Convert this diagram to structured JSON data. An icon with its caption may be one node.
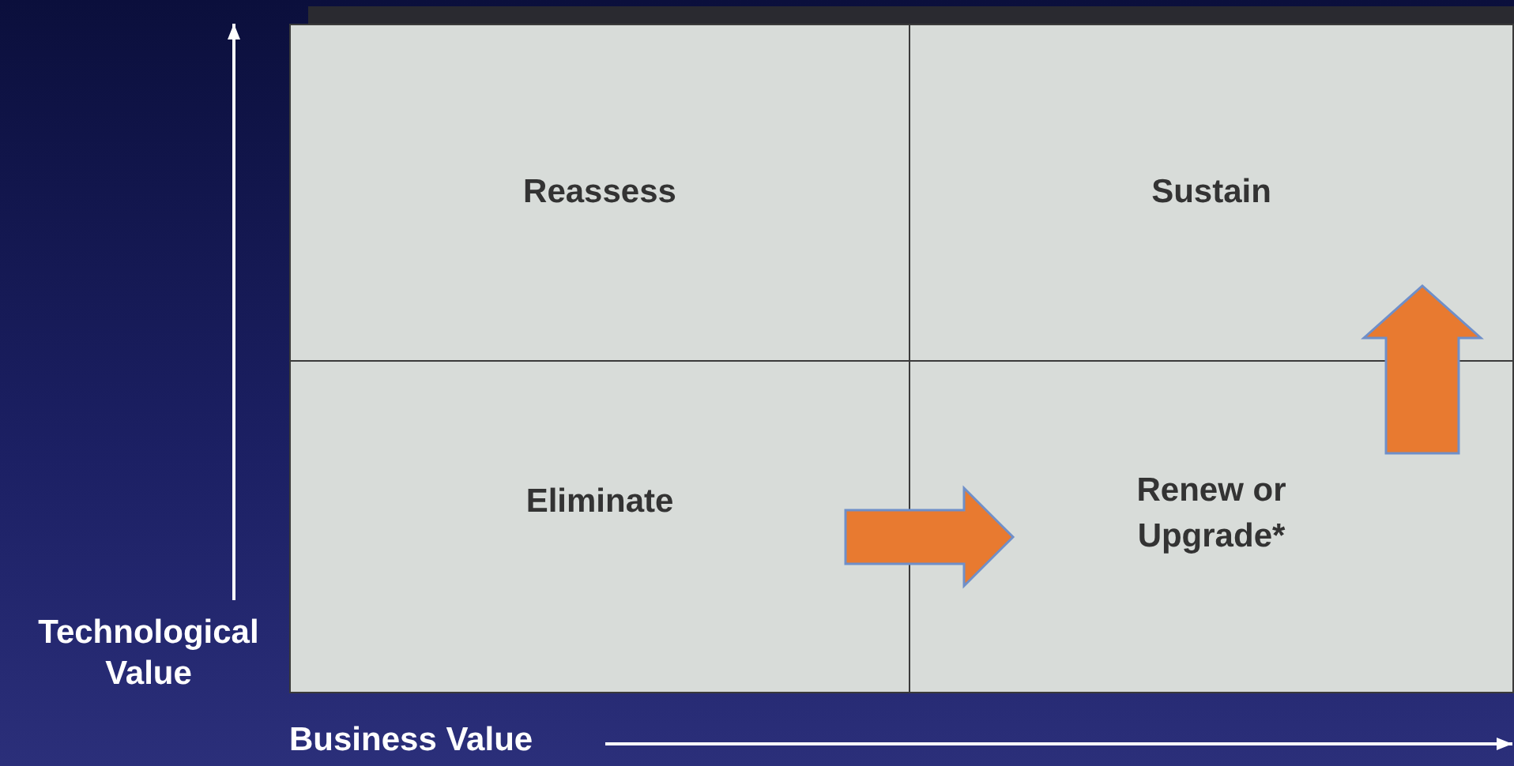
{
  "diagram": {
    "nodes": [
      {
        "text": [
          "Reassess"
        ]
      },
      {
        "text": [
          "Sustain"
        ]
      },
      {
        "text": [
          "Eliminate"
        ]
      },
      {
        "text": [
          "Renew or Upgrade*"
        ]
      }
    ],
    "edges": [
      {
        "from": 2,
        "to": 3,
        "arrow": "to",
        "color": "#e87a30"
      },
      {
        "from": 3,
        "to": 1,
        "arrow": "to",
        "color": "#e87a30"
      }
    ],
    "labels": [
      "Technological Value",
      "Business Value"
    ]
  }
}
